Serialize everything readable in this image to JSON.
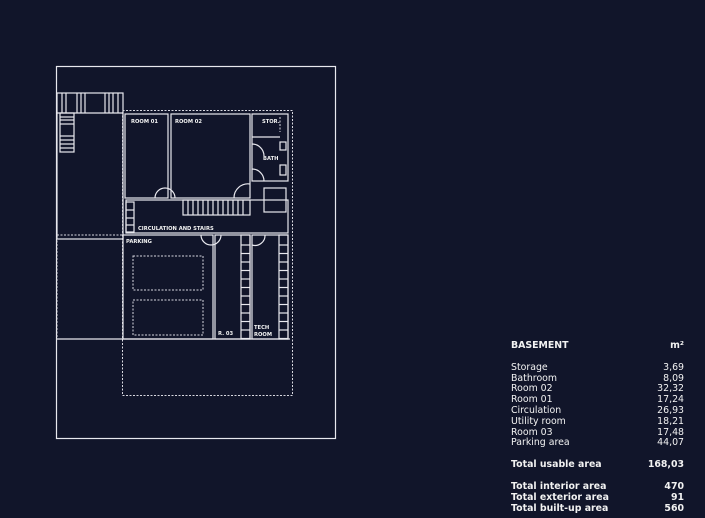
{
  "plan": {
    "labels": {
      "room01": "ROOM 01",
      "room02": "ROOM 02",
      "storage": "STOR.",
      "bath": "BATH",
      "circulation": "CIRCULATION AND STAIRS",
      "parking": "PARKING",
      "room03": "R. 03",
      "tech1": "TECH",
      "tech2": "ROOM"
    }
  },
  "table": {
    "title": "BASEMENT",
    "unit": "m²",
    "rows": [
      {
        "label": "Storage",
        "value": "3,69"
      },
      {
        "label": "Bathroom",
        "value": "8,09"
      },
      {
        "label": "Room 02",
        "value": "32,32"
      },
      {
        "label": "Room 01",
        "value": "17,24"
      },
      {
        "label": "Circulation",
        "value": "26,93"
      },
      {
        "label": "Utility room",
        "value": "18,21"
      },
      {
        "label": "Room 03",
        "value": "17,48"
      },
      {
        "label": "Parking area",
        "value": "44,07"
      }
    ],
    "usable": {
      "label": "Total usable area",
      "value": "168,03"
    },
    "totals": [
      {
        "label": "Total interior area",
        "value": "470"
      },
      {
        "label": "Total exterior area",
        "value": "91"
      },
      {
        "label": "Total built-up area",
        "value": "560"
      }
    ]
  }
}
